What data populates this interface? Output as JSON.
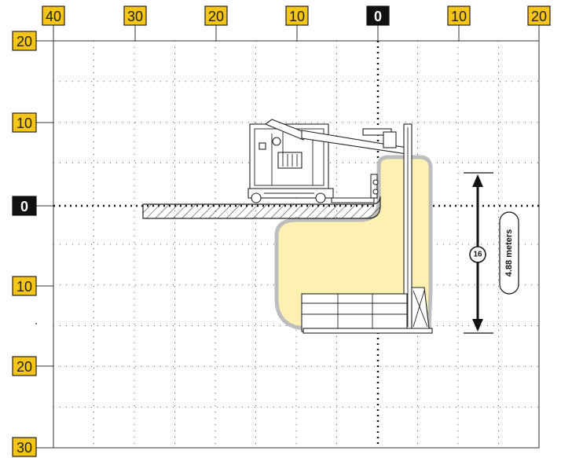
{
  "top_scale": [
    "40",
    "30",
    "20",
    "10",
    "0",
    "10",
    "20"
  ],
  "left_scale": [
    "20",
    "10",
    "0",
    "10",
    "20",
    "30"
  ],
  "dimension": {
    "label": "4.88 meters",
    "marker": "16"
  },
  "colors": {
    "badge": "#f5c518",
    "zero_badge": "#111111",
    "envelope_fill": "#fdf0b0",
    "envelope_stroke": "#bdbdbd"
  }
}
